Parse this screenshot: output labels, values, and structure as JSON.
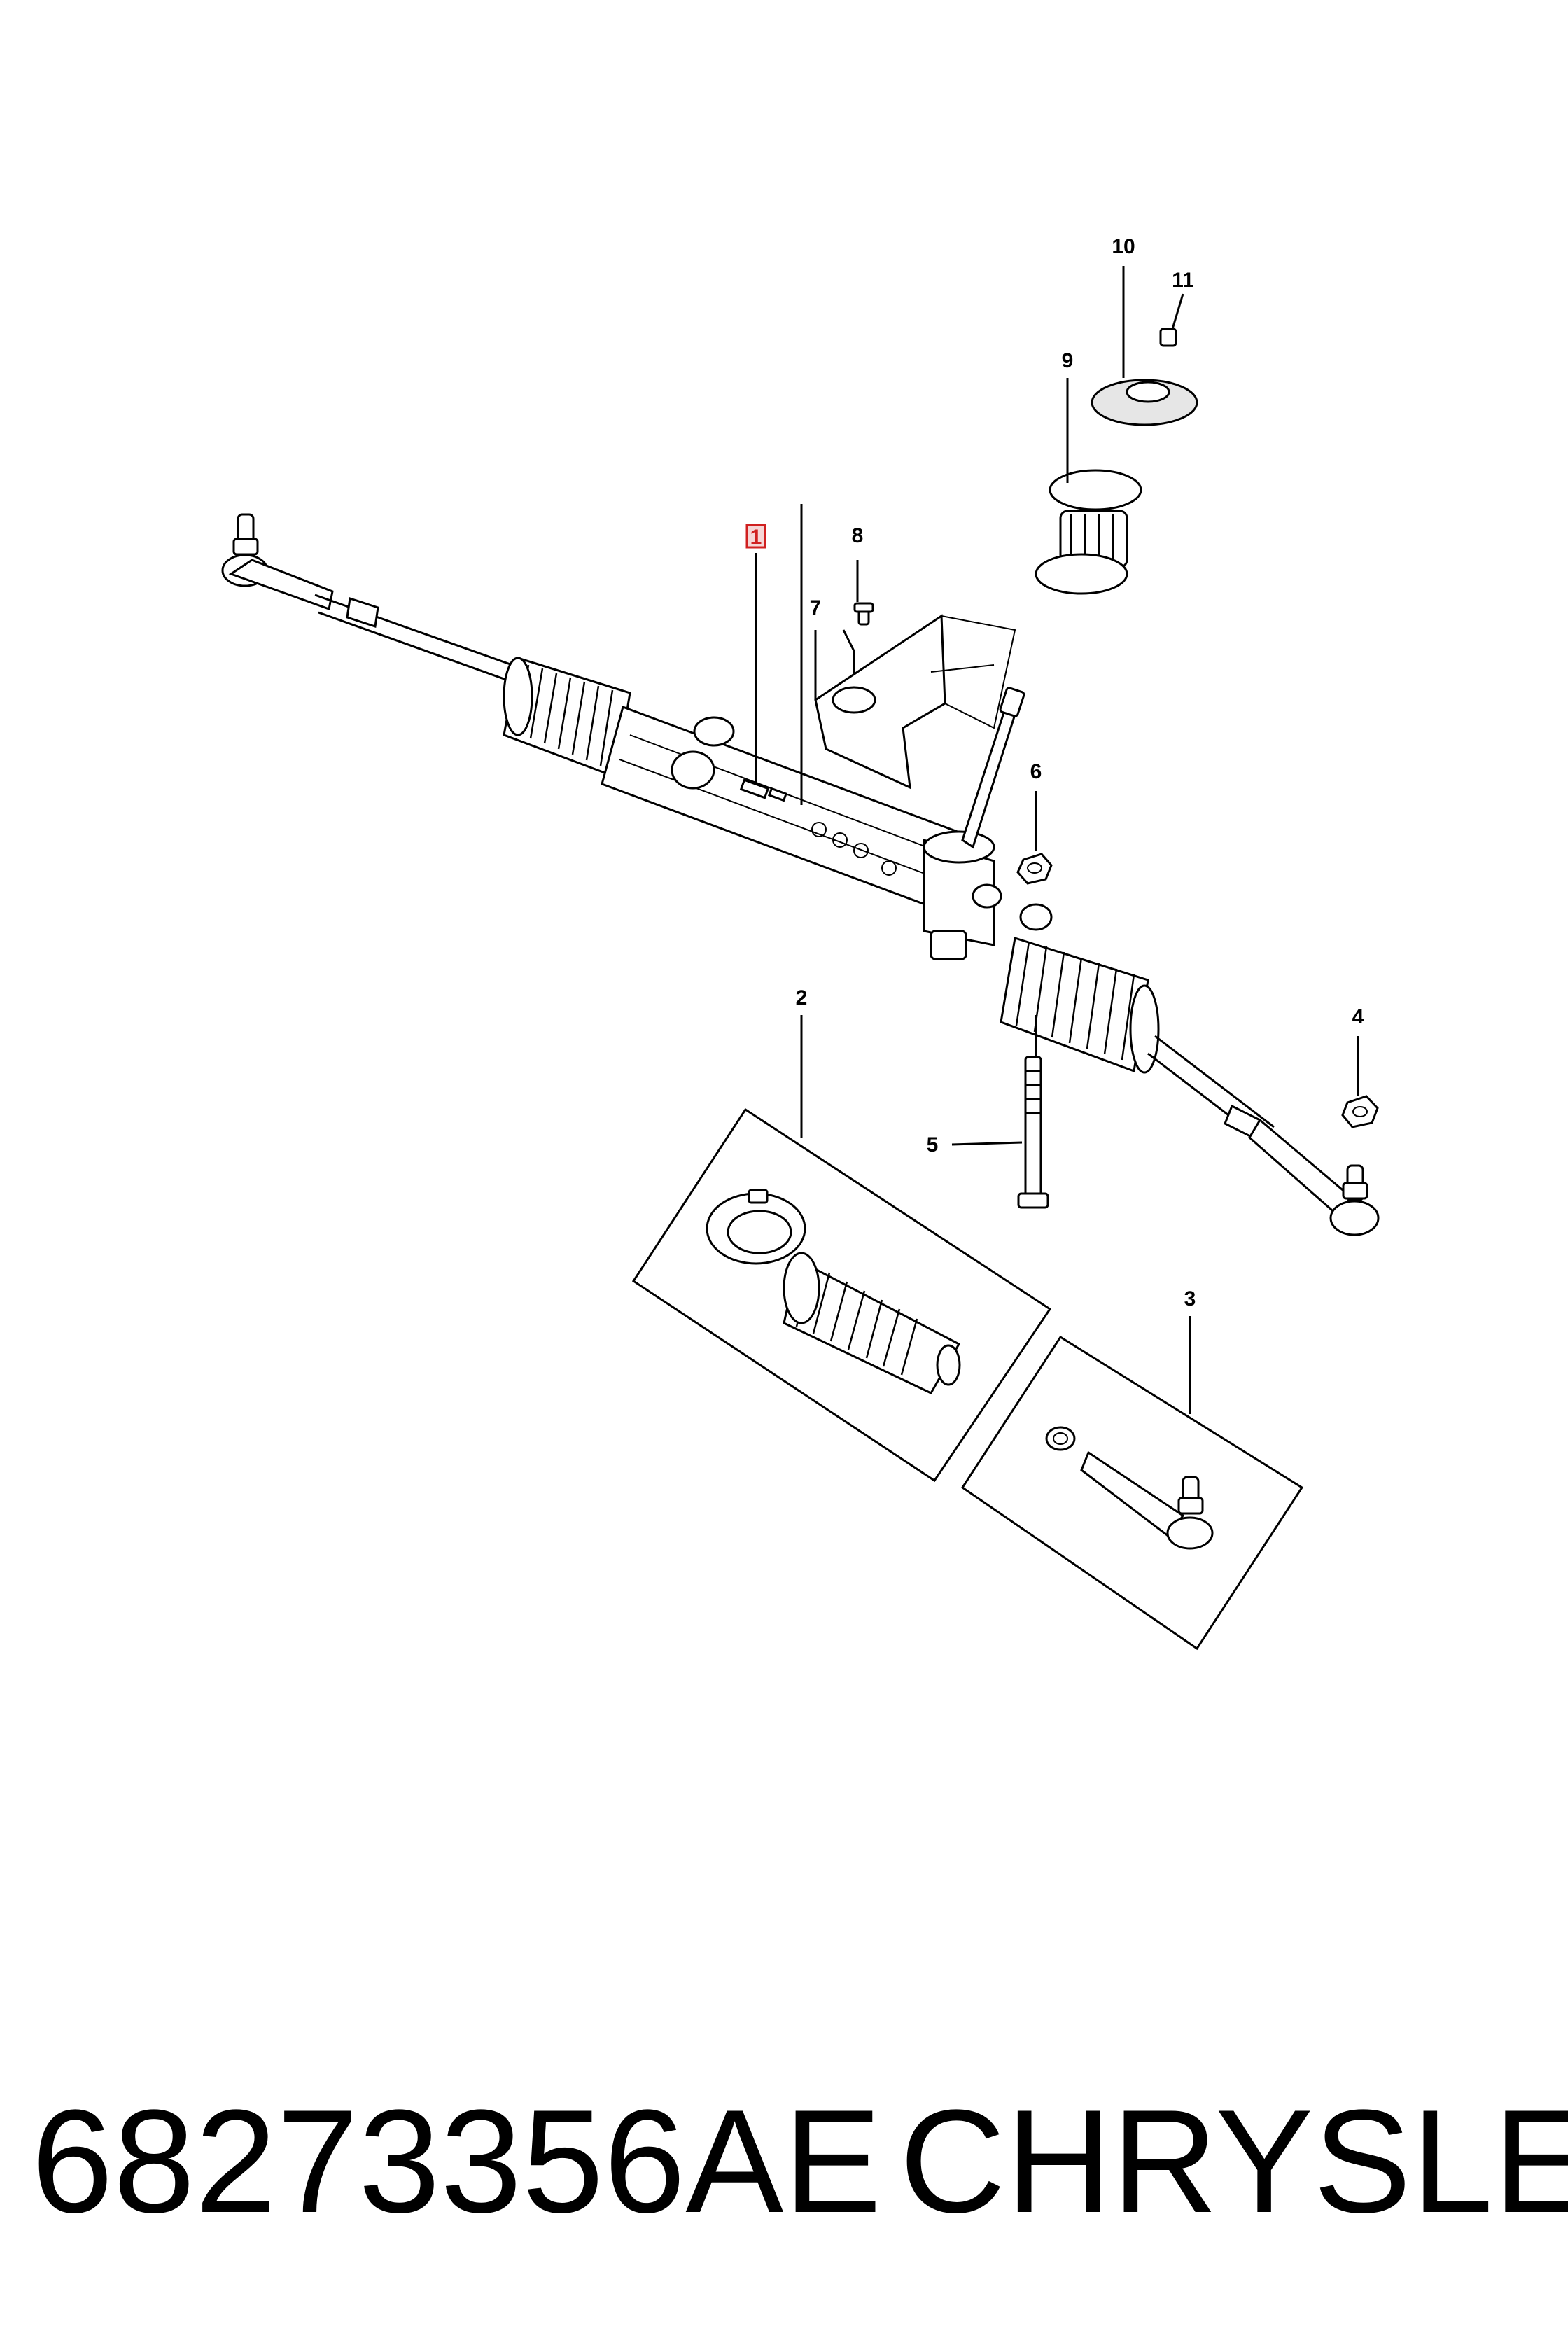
{
  "diagram": {
    "callouts": [
      {
        "id": 1,
        "label": "1",
        "highlighted": true
      },
      {
        "id": 2,
        "label": "2"
      },
      {
        "id": 3,
        "label": "3"
      },
      {
        "id": 4,
        "label": "4"
      },
      {
        "id": 5,
        "label": "5"
      },
      {
        "id": 6,
        "label": "6"
      },
      {
        "id": 7,
        "label": "7"
      },
      {
        "id": 8,
        "label": "8"
      },
      {
        "id": 9,
        "label": "9"
      },
      {
        "id": 10,
        "label": "10"
      },
      {
        "id": 11,
        "label": "11"
      }
    ],
    "highlight_color": "#d02020"
  },
  "footer": {
    "part_number": "68273356AE",
    "brand": "CHRYSLER"
  }
}
